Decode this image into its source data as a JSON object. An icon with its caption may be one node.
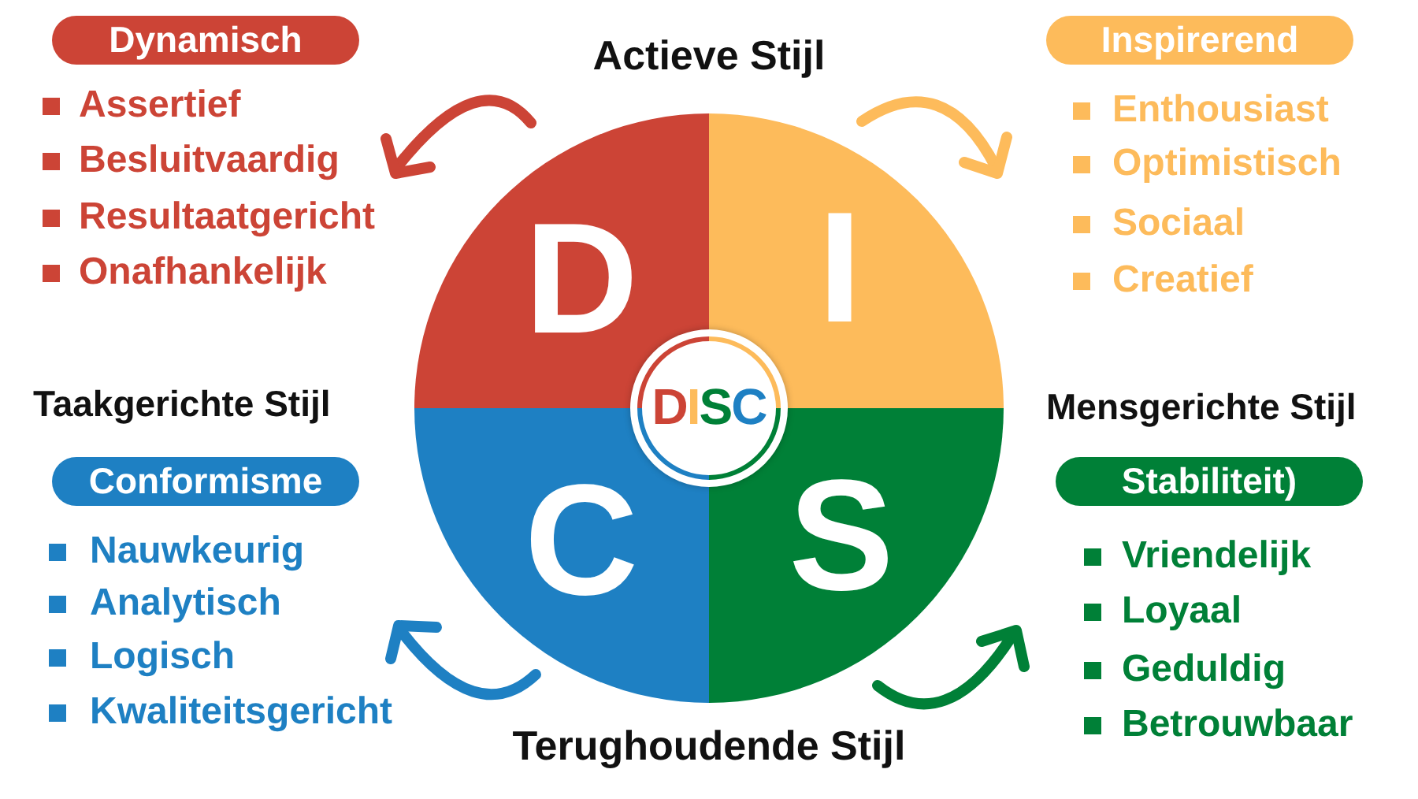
{
  "diagram": {
    "nodes": [
      {
        "text": [
          "Dynamisch"
        ],
        "beside": [
          "Assertief",
          "Besluitvaardig",
          "Resultaatgericht",
          "Onafhankelijk"
        ]
      },
      {
        "text": [
          "Inspirerend"
        ],
        "beside": [
          "Enthousiast",
          "Optimistisch",
          "Sociaal",
          "Creatief"
        ]
      },
      {
        "text": [
          "D"
        ]
      },
      {
        "text": [
          "I"
        ]
      },
      {
        "text": [
          "DISC"
        ]
      },
      {
        "text": [
          "Conformisme"
        ],
        "beside": [
          "Nauwkeurig",
          "Analytisch",
          "Logisch",
          "Kwaliteitsgericht"
        ]
      },
      {
        "text": [
          "Stabiliteit)"
        ],
        "beside": [
          "Vriendelijk",
          "Loyaal",
          "Geduldig",
          "Betrouwbaar"
        ]
      },
      {
        "text": [
          "C"
        ]
      },
      {
        "text": [
          "S"
        ]
      }
    ],
    "labels": [
      "Actieve Stijl",
      "Taakgerichte Stijl",
      "Mensgerichte Stijl",
      "Terughoudende Stijl"
    ]
  }
}
